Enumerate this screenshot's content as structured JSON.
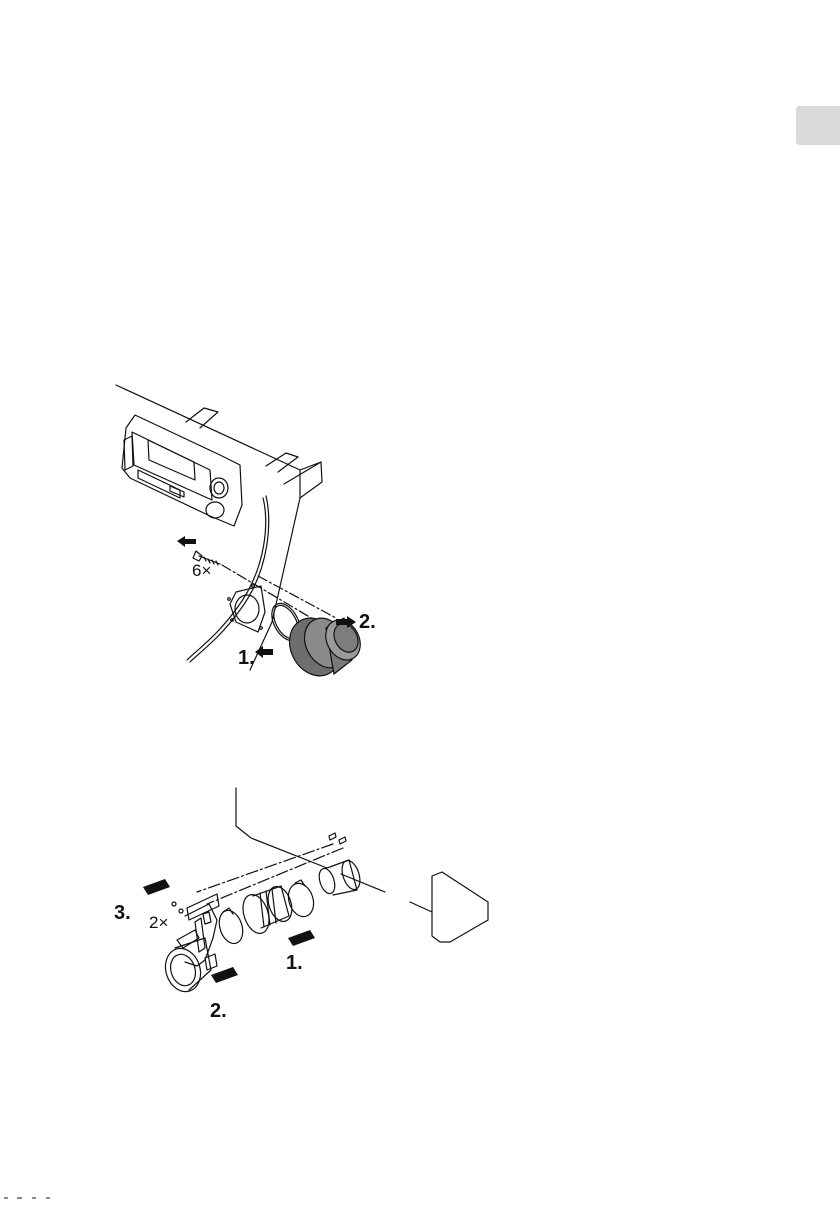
{
  "figure1": {
    "screw_count": "6×",
    "step1": "1.",
    "step2": "2."
  },
  "figure2": {
    "screw_count": "2×",
    "step1": "1.",
    "step2": "2.",
    "step3": "3."
  },
  "colors": {
    "language_tab": "#d9d9d9",
    "line": "#111111",
    "dark_part": "#6e6e6e"
  }
}
